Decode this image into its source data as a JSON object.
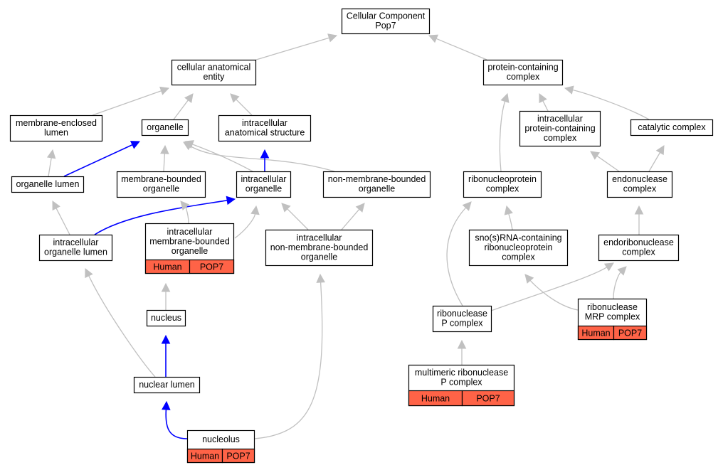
{
  "colors": {
    "edge_default": "#c0c0c0",
    "edge_highlight": "#0000ff",
    "annotation_fill": "#ff6347",
    "node_border": "#000000",
    "background": "#ffffff"
  },
  "nodes": {
    "root": [
      "Cellular Component",
      "Pop7"
    ],
    "cae": [
      "cellular anatomical",
      "entity"
    ],
    "pcc": [
      "protein-containing",
      "complex"
    ],
    "mel": [
      "membrane-enclosed",
      "lumen"
    ],
    "org": [
      "organelle"
    ],
    "ias": [
      "intracellular",
      "anatomical structure"
    ],
    "ipcc": [
      "intracellular",
      "protein-containing",
      "complex"
    ],
    "cat": [
      "catalytic complex"
    ],
    "orglumen": [
      "organelle lumen"
    ],
    "mbo": [
      "membrane-bounded",
      "organelle"
    ],
    "io": [
      "intracellular",
      "organelle"
    ],
    "nmbo": [
      "non-membrane-bounded",
      "organelle"
    ],
    "rnp": [
      "ribonucleoprotein",
      "complex"
    ],
    "endo": [
      "endonuclease",
      "complex"
    ],
    "iol": [
      "intracellular",
      "organelle lumen"
    ],
    "imbo": [
      "intracellular",
      "membrane-bounded",
      "organelle"
    ],
    "inmbo": [
      "intracellular",
      "non-membrane-bounded",
      "organelle"
    ],
    "snornp": [
      "sno(s)RNA-containing",
      "ribonucleoprotein",
      "complex"
    ],
    "endori": [
      "endoribonuclease",
      "complex"
    ],
    "rnasemrp": [
      "ribonuclease",
      "MRP complex"
    ],
    "nucleus": [
      "nucleus"
    ],
    "rnasep": [
      "ribonuclease",
      "P complex"
    ],
    "nlumen": [
      "nuclear lumen"
    ],
    "mrnasep": [
      "multimeric ribonuclease",
      "P complex"
    ],
    "nucleolus": [
      "nucleolus"
    ]
  },
  "annotations": {
    "imbo": [
      "Human",
      "POP7"
    ],
    "rnasemrp": [
      "Human",
      "POP7"
    ],
    "mrnasep": [
      "Human",
      "POP7"
    ],
    "nucleolus": [
      "Human",
      "POP7"
    ]
  },
  "edges": [
    {
      "from": "cae",
      "to": "root",
      "highlight": false
    },
    {
      "from": "pcc",
      "to": "root",
      "highlight": false
    },
    {
      "from": "mel",
      "to": "cae",
      "highlight": false
    },
    {
      "from": "org",
      "to": "cae",
      "highlight": false
    },
    {
      "from": "ias",
      "to": "cae",
      "highlight": false
    },
    {
      "from": "rnp",
      "to": "pcc",
      "highlight": false
    },
    {
      "from": "ipcc",
      "to": "pcc",
      "highlight": false
    },
    {
      "from": "cat",
      "to": "pcc",
      "highlight": false
    },
    {
      "from": "orglumen",
      "to": "mel",
      "highlight": false
    },
    {
      "from": "orglumen",
      "to": "org",
      "highlight": true
    },
    {
      "from": "mbo",
      "to": "org",
      "highlight": false
    },
    {
      "from": "io",
      "to": "org",
      "highlight": false
    },
    {
      "from": "nmbo",
      "to": "org",
      "highlight": false
    },
    {
      "from": "io",
      "to": "ias",
      "highlight": true
    },
    {
      "from": "endo",
      "to": "ipcc",
      "highlight": false
    },
    {
      "from": "endo",
      "to": "cat",
      "highlight": false
    },
    {
      "from": "iol",
      "to": "orglumen",
      "highlight": false
    },
    {
      "from": "iol",
      "to": "io",
      "highlight": true
    },
    {
      "from": "imbo",
      "to": "mbo",
      "highlight": false
    },
    {
      "from": "imbo",
      "to": "io",
      "highlight": false
    },
    {
      "from": "inmbo",
      "to": "io",
      "highlight": false
    },
    {
      "from": "inmbo",
      "to": "nmbo",
      "highlight": false
    },
    {
      "from": "snornp",
      "to": "rnp",
      "highlight": false
    },
    {
      "from": "rnasep",
      "to": "rnp",
      "highlight": false
    },
    {
      "from": "endori",
      "to": "endo",
      "highlight": false
    },
    {
      "from": "rnasemrp",
      "to": "snornp",
      "highlight": false
    },
    {
      "from": "rnasemrp",
      "to": "endori",
      "highlight": false
    },
    {
      "from": "rnasep",
      "to": "endori",
      "highlight": false
    },
    {
      "from": "nucleus",
      "to": "imbo",
      "highlight": false
    },
    {
      "from": "nlumen",
      "to": "nucleus",
      "highlight": true
    },
    {
      "from": "nlumen",
      "to": "iol",
      "highlight": false
    },
    {
      "from": "mrnasep",
      "to": "rnasep",
      "highlight": false
    },
    {
      "from": "nucleolus",
      "to": "nlumen",
      "highlight": true
    },
    {
      "from": "nucleolus",
      "to": "inmbo",
      "highlight": false
    }
  ]
}
